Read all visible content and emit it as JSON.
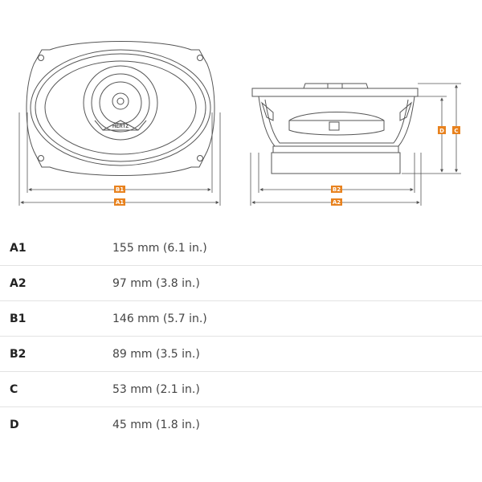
{
  "diagram": {
    "front_view": {
      "brand": "HERTZ",
      "dim_inner_label": "B1",
      "dim_outer_label": "A1"
    },
    "side_view": {
      "dim_inner_label": "B2",
      "dim_outer_label": "A2",
      "dim_height_inner_label": "D",
      "dim_height_outer_label": "C"
    },
    "accent_color": "#e8821e"
  },
  "specs": [
    {
      "label": "A1",
      "value": "155 mm (6.1 in.)"
    },
    {
      "label": "A2",
      "value": "97 mm (3.8 in.)"
    },
    {
      "label": "B1",
      "value": "146 mm (5.7 in.)"
    },
    {
      "label": "B2",
      "value": "89 mm (3.5 in.)"
    },
    {
      "label": "C",
      "value": "53 mm (2.1 in.)"
    },
    {
      "label": "D",
      "value": "45 mm (1.8 in.)"
    }
  ]
}
